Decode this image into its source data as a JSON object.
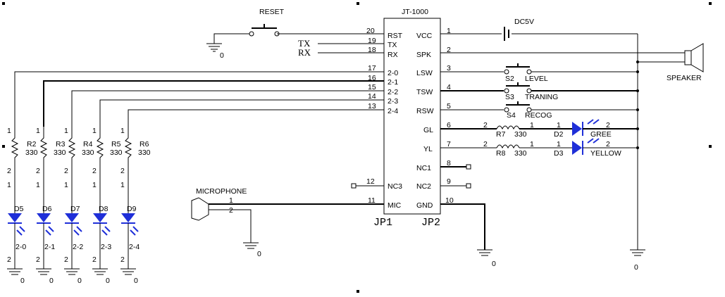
{
  "ic": {
    "name": "JT-1000",
    "left_pins": [
      {
        "num": "20",
        "label": "RST"
      },
      {
        "num": "19",
        "label": "TX"
      },
      {
        "num": "18",
        "label": "RX"
      },
      {
        "num": "17",
        "label": "2-0"
      },
      {
        "num": "16",
        "label": "2-1"
      },
      {
        "num": "15",
        "label": "2-2"
      },
      {
        "num": "14",
        "label": "2-3"
      },
      {
        "num": "13",
        "label": "2-4"
      },
      {
        "num": "12",
        "label": "NC3"
      },
      {
        "num": "11",
        "label": "MIC"
      }
    ],
    "right_pins": [
      {
        "num": "1",
        "label": "VCC"
      },
      {
        "num": "2",
        "label": "SPK"
      },
      {
        "num": "3",
        "label": "LSW"
      },
      {
        "num": "4",
        "label": "TSW"
      },
      {
        "num": "5",
        "label": "RSW"
      },
      {
        "num": "6",
        "label": "GL"
      },
      {
        "num": "7",
        "label": "YL"
      },
      {
        "num": "8",
        "label": "NC1"
      },
      {
        "num": "9",
        "label": "NC2"
      },
      {
        "num": "10",
        "label": "GND"
      }
    ],
    "jp1": "JP1",
    "jp2": "JP2"
  },
  "labels": {
    "reset": "RESET",
    "tx": "TX",
    "rx": "RX",
    "power": "DC5V",
    "speaker": "SPEAKER",
    "microphone": "MICROPHONE",
    "ground": "0"
  },
  "switches": [
    {
      "ref": "S2",
      "name": "LEVEL"
    },
    {
      "ref": "S3",
      "name": "TRANING"
    },
    {
      "ref": "S4",
      "name": "RECOG"
    }
  ],
  "status_leds": [
    {
      "res_ref": "R7",
      "res_val": "330",
      "led_ref": "D2",
      "color_name": "GREE",
      "pin_a": "2",
      "pin_b": "1",
      "pin_c": "1",
      "pin_d": "2"
    },
    {
      "res_ref": "R8",
      "res_val": "330",
      "led_ref": "D3",
      "color_name": "YELLOW",
      "pin_a": "2",
      "pin_b": "1",
      "pin_c": "1",
      "pin_d": "2"
    }
  ],
  "leds": [
    {
      "res_ref": "R2",
      "res_val": "330",
      "led_ref": "D5",
      "net": "2-0",
      "p1": "1",
      "p2": "2",
      "p3": "1",
      "p4": "2"
    },
    {
      "res_ref": "R3",
      "res_val": "330",
      "led_ref": "D6",
      "net": "2-1",
      "p1": "1",
      "p2": "2",
      "p3": "1",
      "p4": "2"
    },
    {
      "res_ref": "R4",
      "res_val": "330",
      "led_ref": "D7",
      "net": "2-2",
      "p1": "1",
      "p2": "2",
      "p3": "1",
      "p4": "2"
    },
    {
      "res_ref": "R5",
      "res_val": "330",
      "led_ref": "D8",
      "net": "2-3",
      "p1": "1",
      "p2": "2",
      "p3": "1",
      "p4": "2"
    },
    {
      "res_ref": "R6",
      "res_val": "330",
      "led_ref": "D9",
      "net": "2-4",
      "p1": "1",
      "p2": "2",
      "p3": "1",
      "p4": "2"
    }
  ],
  "mic_pins": [
    "1",
    "2"
  ],
  "colors": {
    "led": "#1f2fd8",
    "wire": "#000000"
  }
}
